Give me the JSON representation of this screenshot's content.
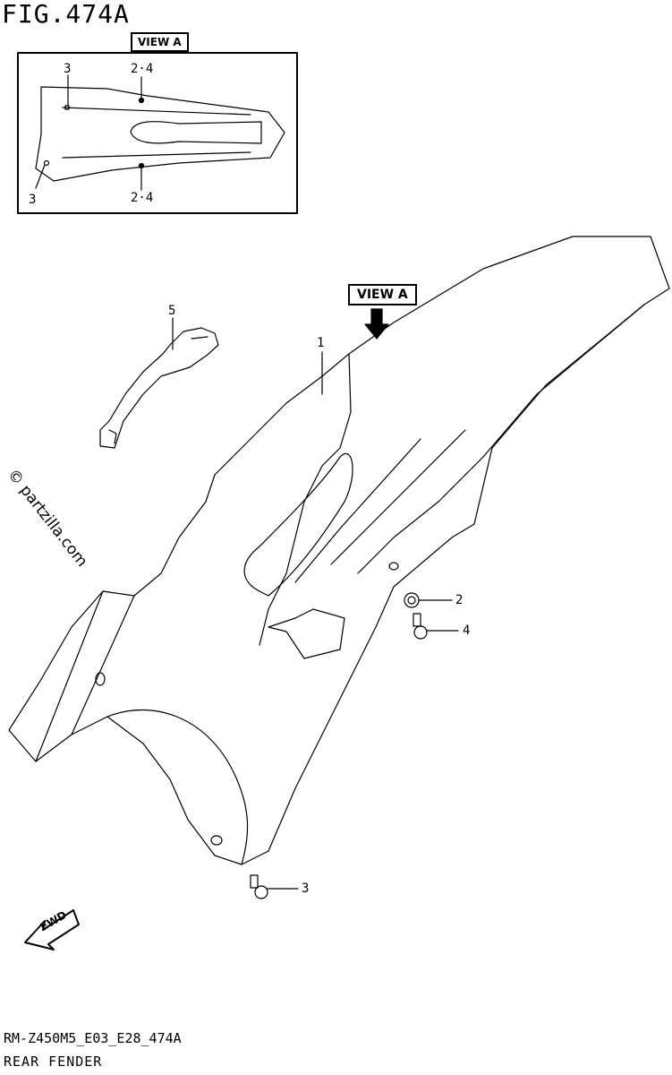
{
  "figure": {
    "title": "FIG.474A",
    "view_tag": "VIEW A",
    "footer_code": "RM-Z450M5_E03_E28_474A",
    "footer_name": "REAR FENDER",
    "watermark": "© partzilla.com",
    "fwd_label": "FWD"
  },
  "inset": {
    "callouts": [
      "3",
      "2·4",
      "2·4",
      "3"
    ]
  },
  "callouts": [
    "1",
    "2",
    "3",
    "4",
    "5"
  ]
}
